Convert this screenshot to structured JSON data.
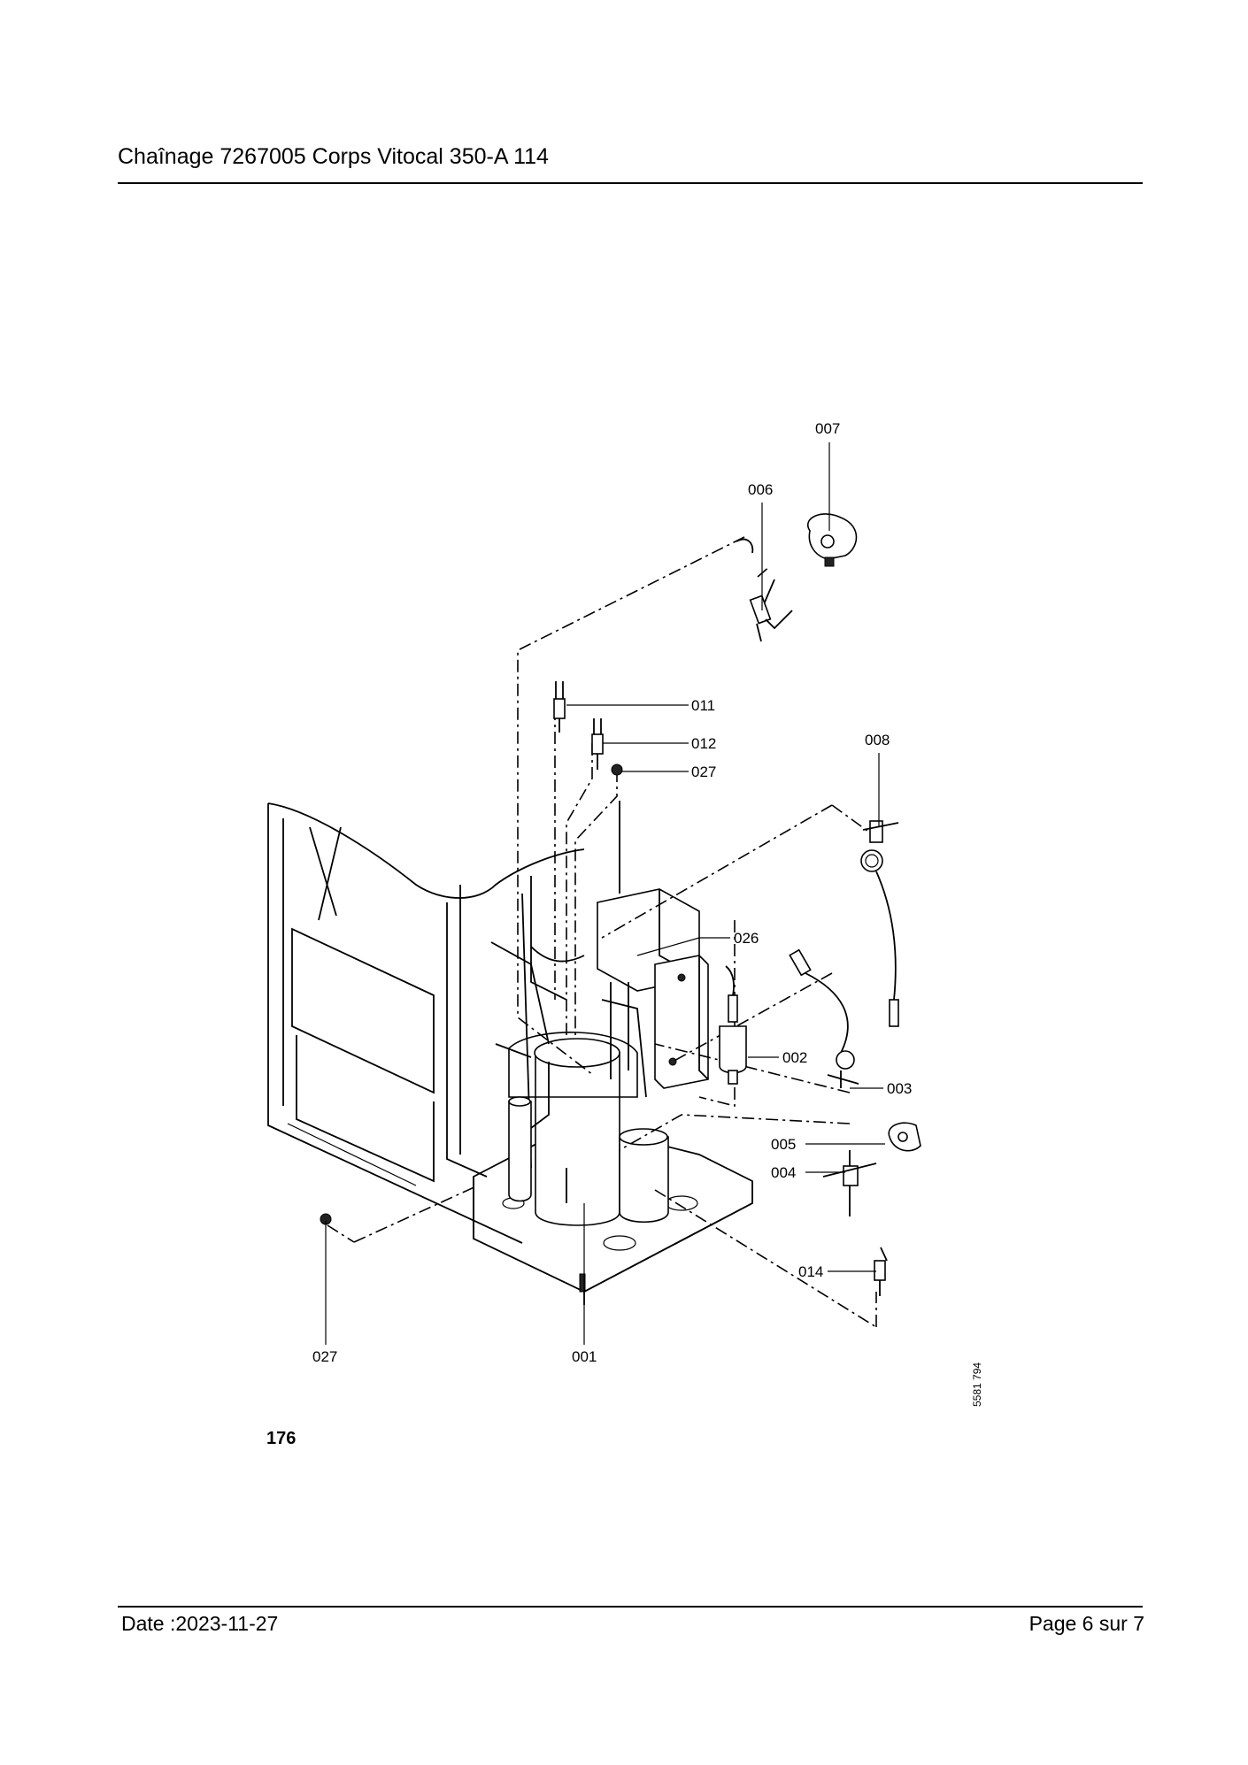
{
  "header": {
    "title": "Chaînage 7267005 Corps Vitocal 350-A 114"
  },
  "footer": {
    "date": "Date :2023-11-27",
    "page": "Page 6 sur  7"
  },
  "figure": {
    "number": "176",
    "drawing_ref": "5581 794",
    "callouts": {
      "c007": "007",
      "c006": "006",
      "c011": "011",
      "c012": "012",
      "c027a": "027",
      "c008": "008",
      "c026": "026",
      "c002": "002",
      "c003": "003",
      "c005": "005",
      "c004": "004",
      "c014": "014",
      "c027b": "027",
      "c001": "001"
    }
  }
}
